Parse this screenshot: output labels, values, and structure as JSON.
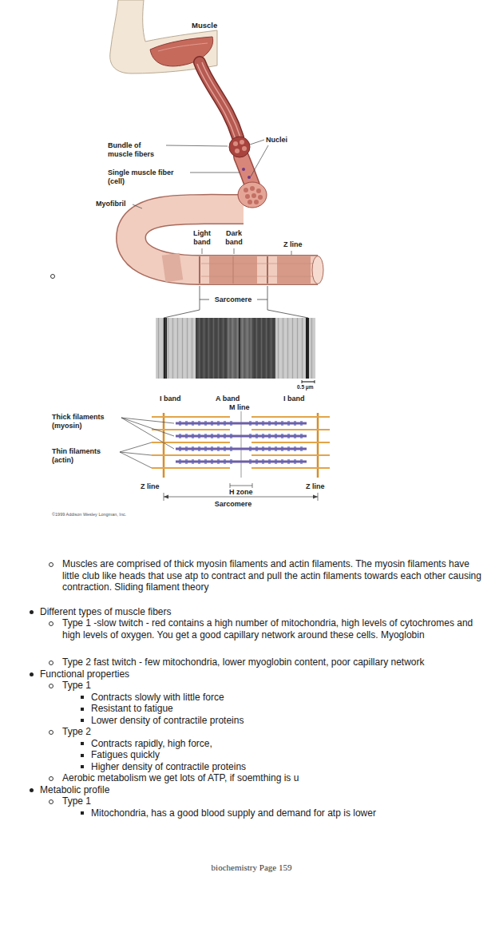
{
  "diagram": {
    "labels": [
      "Muscle",
      "Nuclei",
      "Bundle of muscle fibers",
      "Single muscle fiber (cell)",
      "Myofibril",
      "Light band",
      "Dark band",
      "Z line",
      "Sarcomere",
      "0.5 μm",
      "I band",
      "A band",
      "I band",
      "M line",
      "Thick filaments (myosin)",
      "Thin filaments (actin)",
      "Z line",
      "H zone",
      "Z line",
      "Sarcomere",
      "©1999 Addison Wesley Longman, Inc.",
      "Muscles are comprised of thick myosin filaments and actin filaments. The myosin filaments have little club like heads that use atp to contract and pull the actin filaments towards each other causing contraction. Sliding filament theory",
      "Different types of muscle fibers",
      "Type 1 -slow twitch - red contains a high number of mitochondria, high levels of cytochromes and high levels of oxygen. You get a good capillary network around these cells. Myoglobin",
      "Type 2 fast twitch - few mitochondria, lower myoglobin content, poor capillary network",
      "Functional properties",
      "Type 1",
      "Contracts slowly with little force",
      "Resistant to fatigue",
      "Lower density of contractile proteins",
      "Type 2",
      "Contracts rapidly, high force,",
      "Fatigues quickly",
      "Higher density of contractile proteins",
      "Aerobic metabolism we get lots of ATP, if soemthing is u",
      "Metabolic profile",
      "Type 1",
      "Mitochondria, has a good blood supply and demand for atp is lower",
      "biochemistry Page 159"
    ]
  }
}
